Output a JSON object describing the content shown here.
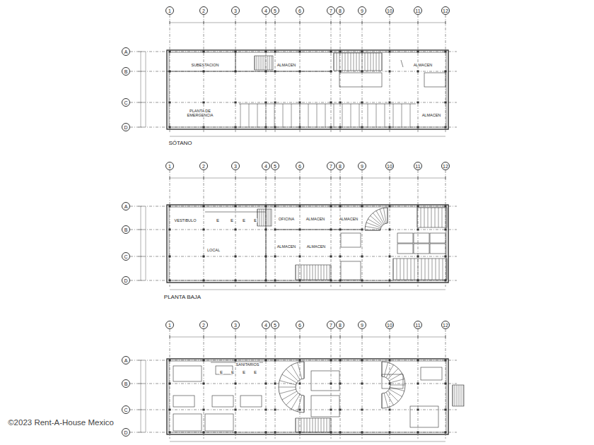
{
  "diagram": {
    "nodes": [
      {
        "text": [
          "1"
        ]
      },
      {
        "text": [
          "2"
        ]
      },
      {
        "text": [
          "3"
        ]
      },
      {
        "text": [
          "4"
        ]
      },
      {
        "text": [
          "5"
        ]
      },
      {
        "text": [
          "6"
        ]
      },
      {
        "text": [
          "7"
        ]
      },
      {
        "text": [
          "8"
        ]
      },
      {
        "text": [
          "9"
        ]
      },
      {
        "text": [
          "10"
        ]
      },
      {
        "text": [
          "11"
        ]
      },
      {
        "text": [
          "12"
        ]
      },
      {
        "text": [
          "A"
        ]
      },
      {
        "text": [
          "B"
        ]
      },
      {
        "text": [
          "C"
        ]
      },
      {
        "text": [
          "D"
        ]
      },
      {
        "text": [
          "1"
        ]
      },
      {
        "text": [
          "2"
        ]
      },
      {
        "text": [
          "3"
        ]
      },
      {
        "text": [
          "4"
        ]
      },
      {
        "text": [
          "5"
        ]
      },
      {
        "text": [
          "6"
        ]
      },
      {
        "text": [
          "7"
        ]
      },
      {
        "text": [
          "8"
        ]
      },
      {
        "text": [
          "9"
        ]
      },
      {
        "text": [
          "10"
        ]
      },
      {
        "text": [
          "11"
        ]
      },
      {
        "text": [
          "12"
        ]
      },
      {
        "text": [
          "A"
        ]
      },
      {
        "text": [
          "B"
        ]
      },
      {
        "text": [
          "C"
        ]
      },
      {
        "text": [
          "D"
        ]
      },
      {
        "text": [
          "1"
        ]
      },
      {
        "text": [
          "2"
        ]
      },
      {
        "text": [
          "3"
        ]
      },
      {
        "text": [
          "4"
        ]
      },
      {
        "text": [
          "5"
        ]
      },
      {
        "text": [
          "6"
        ]
      },
      {
        "text": [
          "7"
        ]
      },
      {
        "text": [
          "8"
        ]
      },
      {
        "text": [
          "9"
        ]
      },
      {
        "text": [
          "10"
        ]
      },
      {
        "text": [
          "11"
        ]
      },
      {
        "text": [
          "12"
        ]
      },
      {
        "text": [
          "A"
        ]
      },
      {
        "text": [
          "B"
        ]
      },
      {
        "text": [
          "C"
        ]
      },
      {
        "text": [
          "D"
        ]
      }
    ],
    "labels": [
      "SUBESTACION",
      "ALMACEN",
      "ALMACEN",
      "PLANTA DE EMERGENCIA",
      "ALMACEN",
      "SÓTANO",
      "VESTIBULO",
      "E",
      "E",
      "E",
      "E",
      "OFICINA",
      "ALMACEN",
      "ALMACEN",
      "LOCAL",
      "ALMACEN",
      "ALMACEN",
      "PLANTA BAJA",
      "SANITARIOS",
      "E",
      "E",
      "E",
      "E",
      "©2023 Rent-A-House Mexico"
    ]
  }
}
